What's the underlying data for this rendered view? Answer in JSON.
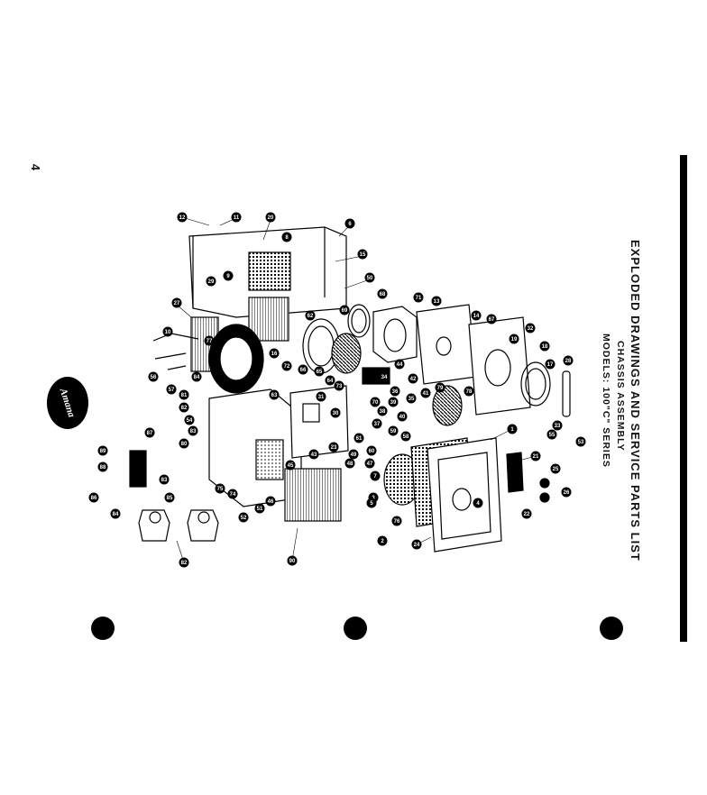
{
  "page_number": "4",
  "title": {
    "line1": "EXPLODED DRAWINGS AND SERVICE PARTS LIST",
    "line2": "CHASSIS ASSEMBLY",
    "line3": "MODELS: 100\"C\" SERIES"
  },
  "logo_text": "Amana",
  "colors": {
    "ink": "#000000",
    "paper": "#ffffff"
  },
  "callouts": [
    {
      "n": "12"
    },
    {
      "n": "11"
    },
    {
      "n": "20"
    },
    {
      "n": "8"
    },
    {
      "n": "6"
    },
    {
      "n": "15"
    },
    {
      "n": "29"
    },
    {
      "n": "9"
    },
    {
      "n": "50"
    },
    {
      "n": "27"
    },
    {
      "n": "69"
    },
    {
      "n": "68"
    },
    {
      "n": "71"
    },
    {
      "n": "13"
    },
    {
      "n": "14"
    },
    {
      "n": "67"
    },
    {
      "n": "10"
    },
    {
      "n": "77"
    },
    {
      "n": "16"
    },
    {
      "n": "62"
    },
    {
      "n": "56"
    },
    {
      "n": "84"
    },
    {
      "n": "57"
    },
    {
      "n": "81"
    },
    {
      "n": "82"
    },
    {
      "n": "54"
    },
    {
      "n": "83"
    },
    {
      "n": "80"
    },
    {
      "n": "87"
    },
    {
      "n": "89"
    },
    {
      "n": "88"
    },
    {
      "n": "86"
    },
    {
      "n": "85"
    },
    {
      "n": "84"
    },
    {
      "n": "83"
    },
    {
      "n": "82"
    },
    {
      "n": "44"
    },
    {
      "n": "42"
    },
    {
      "n": "41"
    },
    {
      "n": "40"
    },
    {
      "n": "73"
    },
    {
      "n": "70"
    },
    {
      "n": "61"
    },
    {
      "n": "60"
    },
    {
      "n": "59"
    },
    {
      "n": "58"
    },
    {
      "n": "49"
    },
    {
      "n": "48"
    },
    {
      "n": "47"
    },
    {
      "n": "3"
    },
    {
      "n": "7"
    },
    {
      "n": "5"
    },
    {
      "n": "1"
    },
    {
      "n": "2"
    },
    {
      "n": "24"
    },
    {
      "n": "76"
    },
    {
      "n": "4"
    },
    {
      "n": "21"
    },
    {
      "n": "25"
    },
    {
      "n": "26"
    },
    {
      "n": "22"
    },
    {
      "n": "19"
    },
    {
      "n": "18"
    },
    {
      "n": "17"
    },
    {
      "n": "28"
    },
    {
      "n": "32"
    },
    {
      "n": "33"
    },
    {
      "n": "55"
    },
    {
      "n": "53"
    },
    {
      "n": "72"
    },
    {
      "n": "66"
    },
    {
      "n": "65"
    },
    {
      "n": "63"
    },
    {
      "n": "64"
    },
    {
      "n": "79"
    },
    {
      "n": "78"
    },
    {
      "n": "39"
    },
    {
      "n": "38"
    },
    {
      "n": "37"
    },
    {
      "n": "36"
    },
    {
      "n": "35"
    },
    {
      "n": "34"
    },
    {
      "n": "31"
    },
    {
      "n": "30"
    },
    {
      "n": "75"
    },
    {
      "n": "74"
    },
    {
      "n": "51"
    },
    {
      "n": "52"
    },
    {
      "n": "46"
    },
    {
      "n": "45"
    },
    {
      "n": "43"
    },
    {
      "n": "23"
    },
    {
      "n": "90"
    }
  ]
}
